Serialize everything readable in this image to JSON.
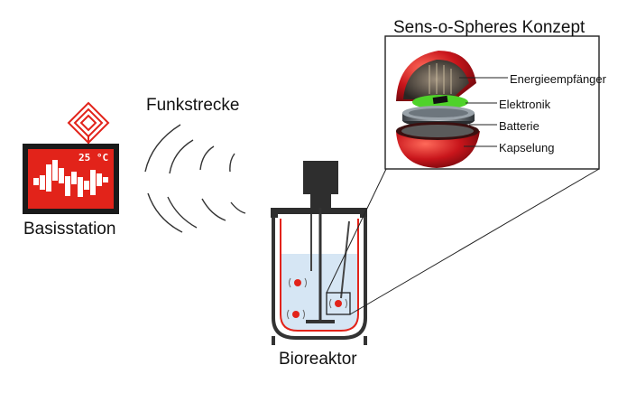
{
  "labels": {
    "base_station": "Basisstation",
    "radio_link": "Funkstrecke",
    "bioreactor": "Bioreaktor",
    "concept_title": "Sens-o-Spheres Konzept"
  },
  "base_display": {
    "temperature": "25 °C"
  },
  "sphere_parts": [
    {
      "label": "Energieempfänger"
    },
    {
      "label": "Elektronik"
    },
    {
      "label": "Batterie"
    },
    {
      "label": "Kapselung"
    }
  ],
  "colors": {
    "red": "#e2231a",
    "dark_red": "#b01018",
    "green": "#4fd22a",
    "liquid": "#d6e6f4",
    "dark": "#333333"
  }
}
